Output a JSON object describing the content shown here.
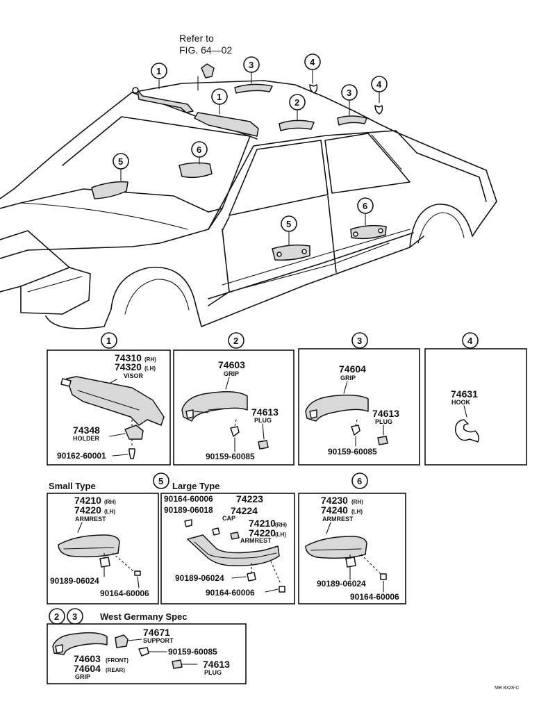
{
  "reference": {
    "line1": "Refer to",
    "line2": "FIG. 64—02"
  },
  "callouts": {
    "c1": "1",
    "c2": "2",
    "c3": "3",
    "c4": "4",
    "c5": "5",
    "c6": "6"
  },
  "panel1": {
    "p1": "74310",
    "p1s": "(RH)",
    "p2": "74320",
    "p2s": "(LH)",
    "name": "VISOR",
    "holder": "74348",
    "holder_name": "HOLDER",
    "screw": "90162-60001"
  },
  "panel2": {
    "grip": "74603",
    "grip_name": "GRIP",
    "plug": "74613",
    "plug_name": "PLUG",
    "screw": "90159-60085"
  },
  "panel3": {
    "grip": "74604",
    "grip_name": "GRIP",
    "plug": "74613",
    "plug_name": "PLUG",
    "screw": "90159-60085"
  },
  "panel4": {
    "hook": "74631",
    "hook_name": "HOOK"
  },
  "small": {
    "title": "Small Type",
    "p1": "74210",
    "p1s": "(RH)",
    "p2": "74220",
    "p2s": "(LH)",
    "name": "ARMREST",
    "clip": "90189-06024",
    "screw": "90164-60006"
  },
  "large": {
    "title": "Large Type",
    "screw_top": "90164-60006",
    "cap_no": "74223",
    "clip_top": "90189-06018",
    "cap": "CAP",
    "cap2": "74224",
    "p1": "74210",
    "p1s": "(RH)",
    "p2": "74220",
    "p2s": "(LH)",
    "name": "ARMREST",
    "clip": "90189-06024",
    "screw": "90164-60006"
  },
  "panel6": {
    "p1": "74230",
    "p1s": "(RH)",
    "p2": "74240",
    "p2s": "(LH)",
    "name": "ARMREST",
    "clip": "90189-06024",
    "screw": "90164-60006"
  },
  "wg": {
    "title": "West Germany Spec",
    "support": "74671",
    "support_name": "SUPPORT",
    "screw": "90159-60085",
    "g1": "74603",
    "g1s": "(FRONT)",
    "g2": "74604",
    "g2s": "(REAR)",
    "grip_name": "GRIP",
    "plug": "74613",
    "plug_name": "PLUG"
  },
  "footer": {
    "code": "MB 8328-C"
  }
}
